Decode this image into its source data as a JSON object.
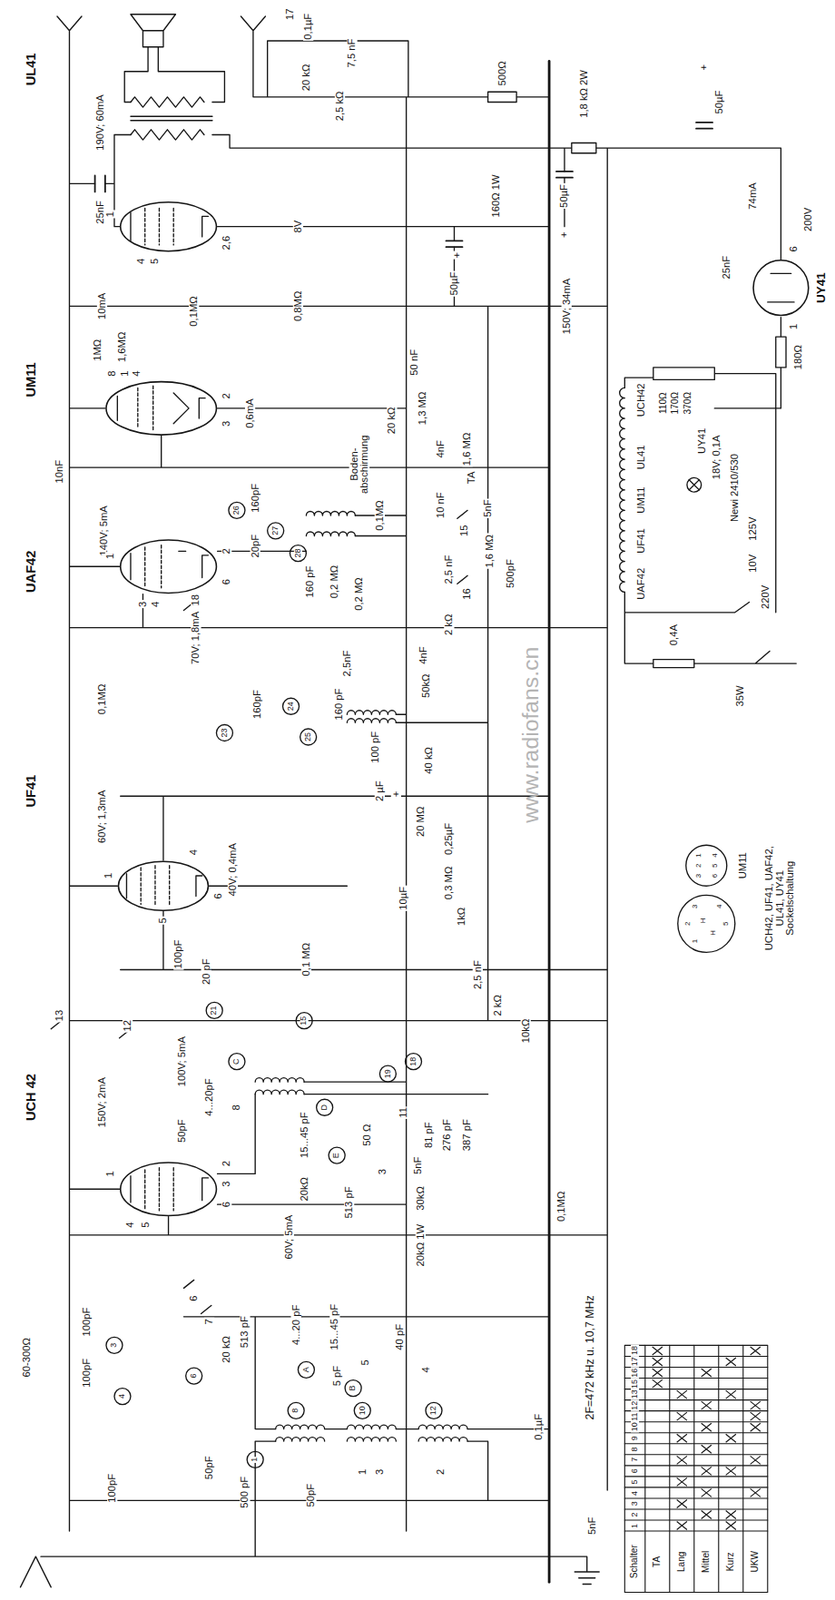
{
  "diagram": {
    "nodes": [
      {
        "text": [
          "UCH 42"
        ]
      },
      {
        "text": [
          "UF41"
        ]
      },
      {
        "text": [
          "UAF42"
        ]
      },
      {
        "text": [
          "UM11"
        ]
      },
      {
        "text": [
          "UL41"
        ]
      },
      {
        "text": [
          "UY41"
        ]
      }
    ],
    "labels": [
      "17",
      "0,1µF",
      "7,5 nF",
      "20 kΩ",
      "2,5 kΩ",
      "500Ω",
      "1,8 kΩ 2W",
      "50µF",
      "+",
      "190V; 60mA",
      "25nF",
      "74mA",
      "200V",
      "6",
      "1",
      "25nF",
      "180Ω",
      "8V",
      "160Ω 1W",
      "50µF",
      "+",
      "50µF",
      "+",
      "150V; 34mA",
      "10mA",
      "0,1MΩ",
      "0,8MΩ",
      "1MΩ",
      "1,6MΩ",
      "0,6mA",
      "50 nF",
      "20 kΩ",
      "1,3 MΩ",
      "4nF",
      "1,6 MΩ",
      "Boden- abschirmung",
      "0,1MΩ",
      "10 nF",
      "TA",
      "5nF",
      "15",
      "1,6 MΩ",
      "10nF",
      "140V; 5mA",
      "160pF",
      "20pF",
      "26",
      "27",
      "28",
      "160 pF",
      "0,2 MΩ",
      "0,2 MΩ",
      "2,5 nF",
      "16",
      "500pF",
      "2 kΩ",
      "4nF",
      "50kΩ",
      "2,5nF",
      "70V; 1,8mA",
      "18",
      "0,1MΩ",
      "23",
      "160pF",
      "24",
      "25",
      "160 pF",
      "100 pF",
      "2 µF",
      "+",
      "40 kΩ",
      "20 MΩ",
      "60V; 1,3mA",
      "40V; 0,4mA",
      "0,25µF",
      "0,3 MΩ",
      "1kΩ",
      "10µF",
      "100pF",
      "20 pF",
      "0,1 MΩ",
      "21",
      "2,5 nF",
      "2 kΩ",
      "13",
      "12",
      "150V; 2mA",
      "100V; 5mA",
      "4...20pF",
      "50pF",
      "C",
      "8",
      "15",
      "D",
      "18",
      "19",
      "15...45 pF",
      "E",
      "50 Ω",
      "3",
      "513 pF",
      "11",
      "81 pF",
      "276 pF",
      "387 pF",
      "10kΩ",
      "20kΩ",
      "5nF",
      "30kΩ",
      "20kΩ 1W",
      "0,1MΩ",
      "60V; 5mA",
      "6",
      "7",
      "513 pF",
      "4...20 pF",
      "A",
      "15...45 pF",
      "5 pF",
      "B",
      "5",
      "40 pF",
      "4",
      "8",
      "10",
      "12",
      "1",
      "3",
      "2",
      "60-300Ω",
      "100pF",
      "100pF",
      "3",
      "4",
      "20 kΩ",
      "6",
      "1",
      "500 pF",
      "50pF",
      "50pF",
      "100pF",
      "0,1µF",
      "5nF",
      "2F=472 kHz u. 10,7 MHz",
      "35W",
      "0,4A",
      "UCH42",
      "UL41",
      "UM11",
      "UF41",
      "UAF42",
      "110Ω",
      "170Ω",
      "370Ω",
      "UY41",
      "18V; 0,1A",
      "Newi 2410/530",
      "125V",
      "10V",
      "220V",
      "UCH42, UF41, UAF42, UL41, UY41 Sockelschaltung",
      "UM11",
      "1",
      "2",
      "3",
      "4",
      "5",
      "H",
      "H",
      "1",
      "2",
      "3",
      "4",
      "5",
      "6",
      "1",
      "4",
      "5",
      "2,6",
      "8",
      "1",
      "4",
      "2",
      "3",
      "1",
      "2",
      "6",
      "3",
      "4",
      "1",
      "4",
      "6",
      "5",
      "1",
      "2",
      "3",
      "6",
      "4",
      "5",
      "Schalter",
      "1",
      "2",
      "3",
      "4",
      "5",
      "6",
      "7",
      "8",
      "9",
      "10",
      "11",
      "12",
      "13",
      "15",
      "16",
      "17",
      "18",
      "TA",
      "Lang",
      "Mittel",
      "Kurz",
      "UKW",
      "www.radiofans.cn"
    ]
  }
}
